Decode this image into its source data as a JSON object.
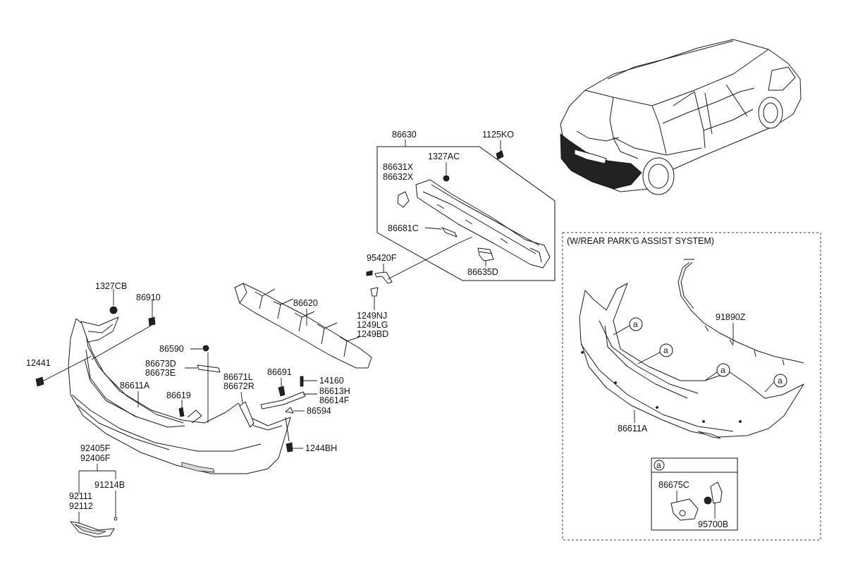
{
  "labels": {
    "p86630": "86630",
    "p1125KO": "1125KO",
    "p1327AC": "1327AC",
    "p86631X": "86631X",
    "p86632X": "86632X",
    "p86681C": "86681C",
    "p86635D": "86635D",
    "p95420F": "95420F",
    "p1249NJ": "1249NJ",
    "p1249LG": "1249LG",
    "p1249BD": "1249BD",
    "p86620": "86620",
    "p1327CB": "1327CB",
    "p86910": "86910",
    "p12441": "12441",
    "p86590": "86590",
    "p86673D": "86673D",
    "p86673E": "86673E",
    "p86611A": "86611A",
    "p86619": "86619",
    "p86671L": "86671L",
    "p86672R": "86672R",
    "p86691": "86691",
    "p14160": "14160",
    "p86613H": "86613H",
    "p86614F": "86614F",
    "p86594": "86594",
    "p1244BH": "1244BH",
    "p92405F": "92405F",
    "p92406F": "92406F",
    "p92111": "92111",
    "p92112": "92112",
    "p91214B": "91214B"
  },
  "inset": {
    "title": "(W/REAR PARK'G ASSIST SYSTEM)",
    "p91890Z": "91890Z",
    "p86611A": "86611A",
    "p86675C": "86675C",
    "p95700B": "95700B",
    "callout": "a"
  }
}
